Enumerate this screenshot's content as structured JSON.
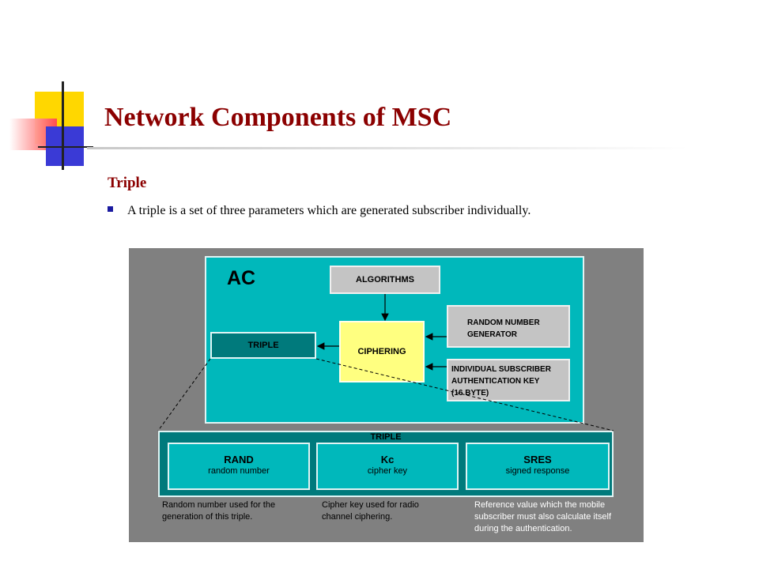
{
  "slide": {
    "title": "Network Components of MSC",
    "subheading": "Triple",
    "bullet": "A triple is a set of three parameters which are generated subscriber individually."
  },
  "diagram": {
    "ac_label": "AC",
    "algorithms": "ALGORITHMS",
    "random_gen_line1": "RANDOM NUMBER",
    "random_gen_line2": "GENERATOR",
    "subscriber_key_line1": "INDIVIDUAL SUBSCRIBER",
    "subscriber_key_line2": "AUTHENTICATION KEY",
    "subscriber_key_line3": "(16 BYTE)",
    "ciphering": "CIPHERING",
    "triple_box": "TRIPLE",
    "triple_header": "TRIPLE",
    "cells": [
      {
        "name": "RAND",
        "desc": "random number"
      },
      {
        "name": "Kc",
        "desc": "cipher key"
      },
      {
        "name": "SRES",
        "desc": "signed response"
      }
    ],
    "notes": {
      "rand_line1": "Random number used for the",
      "rand_line2": "generation of this triple.",
      "kc_line1": "Cipher key used for radio",
      "kc_line2": "channel ciphering.",
      "sres_line1": "Reference value which the mobile",
      "sres_line2": "subscriber must also calculate itself",
      "sres_line3": "during the authentication."
    },
    "colors": {
      "panel": "#00b8bb",
      "dark_teal": "#007a7c",
      "ciphering": "#ffff80",
      "grey_box": "#c4c4c4",
      "background": "#808080"
    }
  },
  "theme": {
    "title_color": "#8b0000",
    "bullet_color": "#1a1aa0"
  }
}
